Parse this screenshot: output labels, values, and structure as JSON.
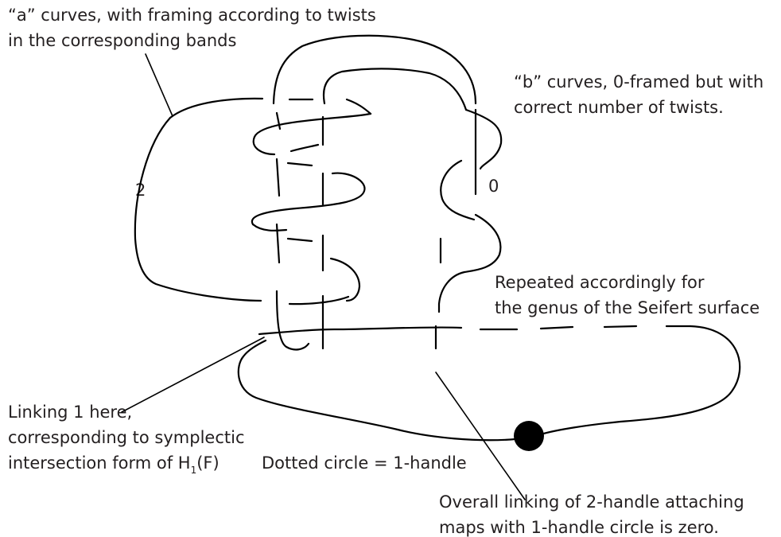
{
  "annotations": {
    "a_curves": {
      "line1": "“a” curves, with framing according to twists",
      "line2": "in the corresponding bands"
    },
    "b_curves": {
      "line1": "“b” curves, 0-framed but with",
      "line2": "correct number of twists."
    },
    "repeated": {
      "line1": "Repeated accordingly for",
      "line2": "the genus of the Seifert surface"
    },
    "linking_one": {
      "line1": "Linking 1 here,",
      "line2": "corresponding to symplectic",
      "line3_prefix": "intersection form of H",
      "line3_subscript": "1",
      "line3_suffix": "(F)"
    },
    "dotted_circle": "Dotted circle = 1-handle",
    "overall_linking": {
      "line1": "Overall linking of 2-handle attaching",
      "line2": "maps with 1-handle circle is zero."
    }
  },
  "framings": {
    "a_curve_framing": "2",
    "b_curve_framing": "0"
  },
  "colors": {
    "ink": "#000000",
    "text": "#231f20",
    "background": "#ffffff"
  }
}
